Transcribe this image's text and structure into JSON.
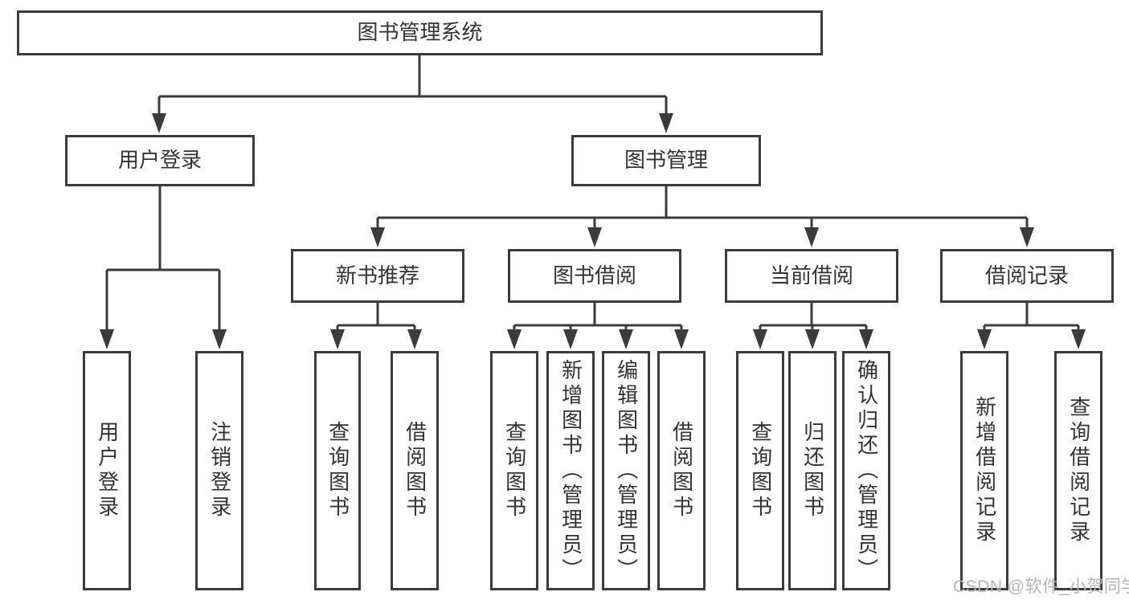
{
  "diagram": {
    "type": "hierarchy-tree",
    "colors": {
      "line": "#3b3b3b",
      "box_border": "#3b3b3b",
      "box_background": "#ffffff",
      "text": "#333333",
      "watermark": "#b4b4b4"
    },
    "tree": {
      "label": "图书管理系统",
      "children": [
        {
          "label": "用户登录",
          "children": [
            {
              "label": "用户登录"
            },
            {
              "label": "注销登录"
            }
          ]
        },
        {
          "label": "图书管理",
          "children": [
            {
              "label": "新书推荐",
              "children": [
                {
                  "label": "查询图书"
                },
                {
                  "label": "借阅图书"
                }
              ]
            },
            {
              "label": "图书借阅",
              "children": [
                {
                  "label": "查询图书"
                },
                {
                  "label": "新增图书（管理员）"
                },
                {
                  "label": "编辑图书（管理员）"
                },
                {
                  "label": "借阅图书"
                }
              ]
            },
            {
              "label": "当前借阅",
              "children": [
                {
                  "label": "查询图书"
                },
                {
                  "label": "归还图书"
                },
                {
                  "label": "确认归还（管理员）"
                }
              ]
            },
            {
              "label": "借阅记录",
              "children": [
                {
                  "label": "新增借阅记录"
                },
                {
                  "label": "查询借阅记录"
                }
              ]
            }
          ]
        }
      ]
    },
    "watermark": "CSDN @软件_小贺同学"
  }
}
